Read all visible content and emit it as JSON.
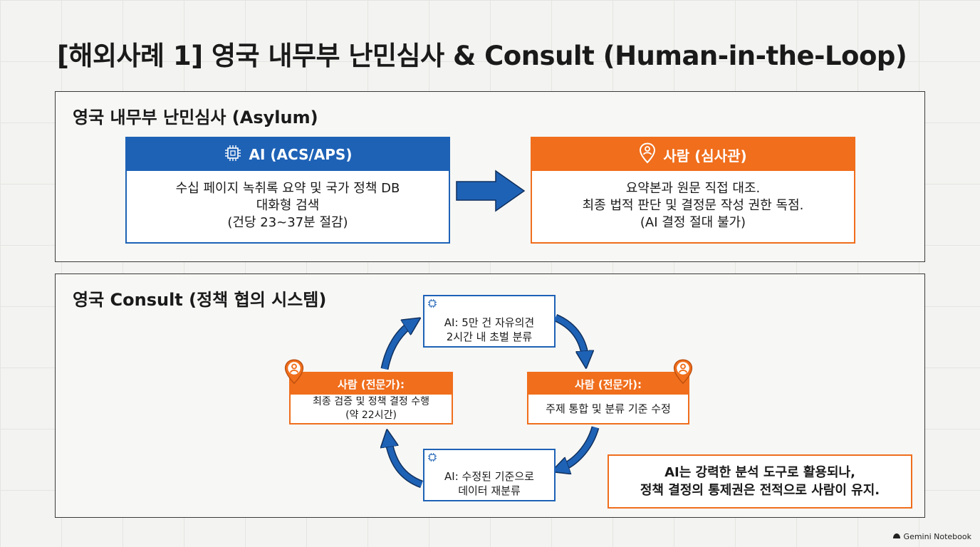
{
  "title": "[해외사례 1] 영국 내무부 난민심사 & Consult (Human-in-the-Loop)",
  "asylum": {
    "heading": "영국 내무부 난민심사 (Asylum)",
    "ai_card": {
      "header": "AI (ACS/APS)",
      "lines": [
        "수십 페이지 녹취록 요약 및 국가 정책 DB",
        "대화형 검색",
        "(건당 23~37분 절감)"
      ]
    },
    "human_card": {
      "header": "사람 (심사관)",
      "lines": [
        "요약본과 원문 직접 대조.",
        "최종 법적 판단 및 결정문 작성 권한 독점.",
        "(AI 결정 절대 불가)"
      ]
    }
  },
  "consult": {
    "heading": "영국 Consult (정책 협의 시스템)",
    "steps": [
      {
        "lines": [
          "AI: 5만 건 자유의견",
          "2시간 내 초벌 분류"
        ]
      },
      {
        "header": "사람 (전문가):",
        "lines": [
          "주제 통합 및 분류 기준 수정"
        ]
      },
      {
        "lines": [
          "AI: 수정된 기준으로",
          "데이터 재분류"
        ]
      },
      {
        "header": "사람 (전문가):",
        "lines": [
          "최종 검증 및 정책 결정 수행",
          "(약 22시간)"
        ]
      }
    ],
    "note": [
      "AI는 강력한 분석 도구로 활용되나,",
      "정책 결정의 통제권은 전적으로 사람이 유지."
    ]
  },
  "footer": "Gemini Notebook",
  "colors": {
    "blue": "#1e62b6",
    "orange": "#f06e1c"
  },
  "icons": {
    "ai": "chip-icon",
    "human": "person-pin-icon"
  }
}
